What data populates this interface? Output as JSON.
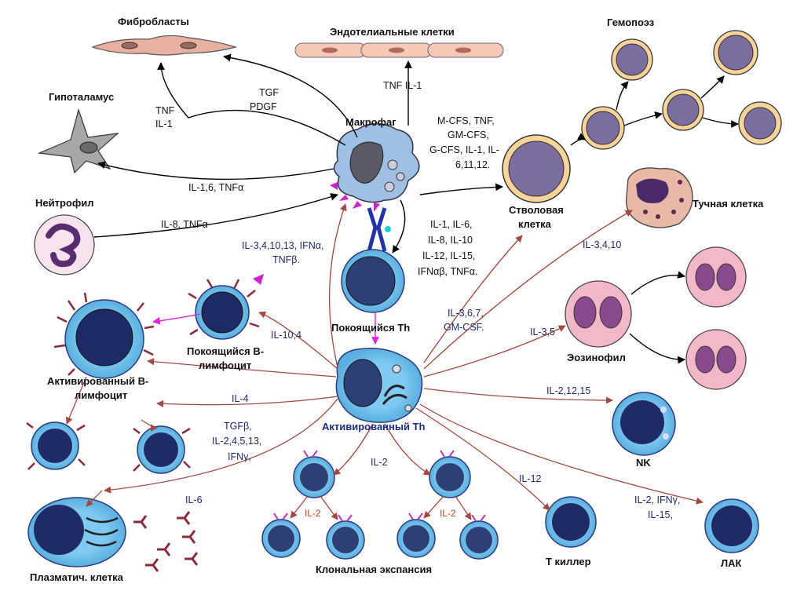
{
  "labels": {
    "fibroblasts": "Фибробласты",
    "endothelial": "Эндотелиальные клетки",
    "hemopoiesis": "Гемопоэз",
    "hypothalamus": "Гипоталамус",
    "macrophage": "Макрофаг",
    "neutrophil": "Нейтрофил",
    "stem_cell_1": "Стволовая",
    "stem_cell_2": "клетка",
    "mast_cell": "Тучная клетка",
    "resting_th": "Покоящийся Th",
    "resting_b_1": "Покоящийся В-",
    "resting_b_2": "лимфоцит",
    "activated_b_1": "Активированный В-",
    "activated_b_2": "лимфоцит",
    "eosinophil": "Эозинофил",
    "activated_th": "Активированный Th",
    "nk": "NK",
    "plasma_cell": "Плазматич. клетка",
    "clonal": "Клональная экспансия",
    "t_killer": "Т киллер",
    "lak": "ЛАК"
  },
  "cytokines": {
    "tnf_il1_a": "TNF",
    "tnf_il1_b": "IL-1",
    "tgf_pdgf_a": "TGF",
    "tgf_pdgf_b": "PDGF",
    "endo": "TNF  IL-1",
    "hypo": "IL-1,6, TNFα",
    "neut": "IL-8, TNFα",
    "stem_1": "M-CFS, TNF,",
    "stem_2": "GM-CFS,",
    "stem_3": "G-CFS,  IL-1, IL-",
    "stem_4": "6,11,12.",
    "th_to_mac_1": "IL-3,4,10,13, IFNα,",
    "th_to_mac_2": "TNFβ.",
    "mac_to_th_1": "IL-1, IL-6,",
    "mac_to_th_2": "IL-8, IL-10",
    "mac_to_th_3": "IL-12, IL-15,",
    "mac_to_th_4": "IFNαβ, TNFα.",
    "stem_from_th_1": "IL-3,6,7,",
    "stem_from_th_2": "GM-CSF.",
    "mast": "IL-3,4,10",
    "eos": "IL-3,5",
    "b_il10_4": "IL-10,4",
    "il4": "IL-4",
    "plasma_1": "TGFβ,",
    "plasma_2": "IL-2,4,5,13,",
    "plasma_3": "IFNγ,",
    "il6": "IL-6",
    "nk": "IL-2,12,15",
    "clonal_il2": "IL-2",
    "clonal_il2_l": "IL-2",
    "clonal_il2_r": "IL-2",
    "killer": "IL-12",
    "lak_1": "IL-2, IFNγ,",
    "lak_2": "IL-15,"
  }
}
